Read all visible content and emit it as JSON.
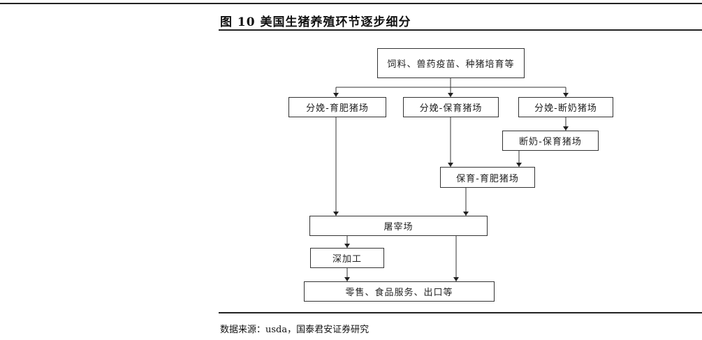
{
  "figure": {
    "title": "图 10 美国生猪养殖环节逐步细分",
    "source": "数据来源：usda，国泰君安证券研究"
  },
  "nodes": {
    "inputs": "饲料、兽药疫苗、种猪培育等",
    "farrow_to_finish": "分娩-育肥猪场",
    "farrow_to_feeder": "分娩-保育猪场",
    "farrow_to_wean": "分娩-断奶猪场",
    "wean_to_feeder": "断奶-保育猪场",
    "feeder_to_finish": "保育-育肥猪场",
    "slaughterhouse": "屠宰场",
    "processing": "深加工",
    "retail": "零售、食品服务、出口等"
  },
  "edges": [
    {
      "from": "饲料、兽药疫苗、种猪培育等",
      "to": "分娩-育肥猪场"
    },
    {
      "from": "饲料、兽药疫苗、种猪培育等",
      "to": "分娩-保育猪场"
    },
    {
      "from": "饲料、兽药疫苗、种猪培育等",
      "to": "分娩-断奶猪场"
    },
    {
      "from": "分娩-断奶猪场",
      "to": "断奶-保育猪场"
    },
    {
      "from": "分娩-保育猪场",
      "to": "保育-育肥猪场"
    },
    {
      "from": "断奶-保育猪场",
      "to": "保育-育肥猪场"
    },
    {
      "from": "分娩-育肥猪场",
      "to": "屠宰场"
    },
    {
      "from": "保育-育肥猪场",
      "to": "屠宰场"
    },
    {
      "from": "屠宰场",
      "to": "深加工"
    },
    {
      "from": "屠宰场",
      "to": "零售、食品服务、出口等"
    },
    {
      "from": "深加工",
      "to": "零售、食品服务、出口等"
    }
  ]
}
